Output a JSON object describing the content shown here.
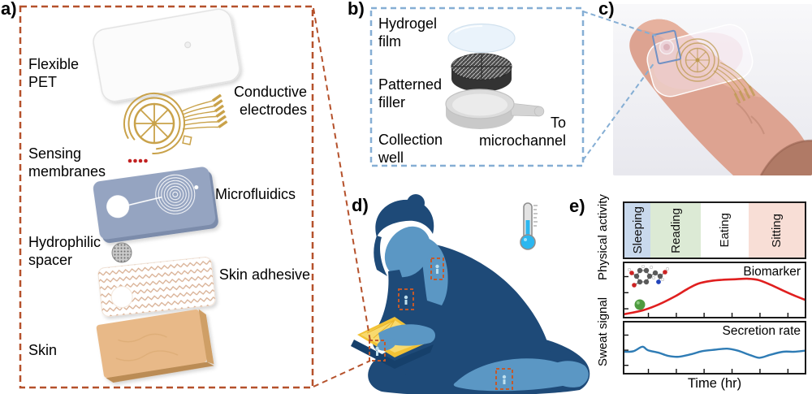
{
  "panel_a": {
    "tag": "a)",
    "labels": {
      "flexible_pet": "Flexible PET",
      "conductive_electrodes": "Conductive electrodes",
      "sensing_membranes": "Sensing membranes",
      "microfluidics": "Microfluidics",
      "hydrophilic_spacer": "Hydrophilic spacer",
      "skin_adhesive": "Skin adhesive",
      "skin": "Skin"
    }
  },
  "panel_b": {
    "tag": "b)",
    "labels": {
      "hydrogel_film": "Hydrogel film",
      "patterned_filler": "Patterned filler",
      "collection_well": "Collection well",
      "to_microchannel": "To microchannel"
    }
  },
  "panel_c": {
    "tag": "c)"
  },
  "panel_d": {
    "tag": "d)",
    "icons": {
      "thermometer": "thermometer-icon",
      "sensor_marker": "sensor-location-marker"
    }
  },
  "panel_e": {
    "tag": "e)"
  },
  "chart_data": {
    "type": "line",
    "xlabel": "Time (hr)",
    "ylabel_top": "Physical activity",
    "ylabel_bottom": "Sweat signal",
    "legend_position": "top-right inside panels",
    "grid": false,
    "activity_bands": [
      {
        "label": "Sleeping",
        "width_frac": 0.146,
        "color": "#c9d9ed"
      },
      {
        "label": "Reading",
        "width_frac": 0.279,
        "color": "#dcead5"
      },
      {
        "label": "Eating",
        "width_frac": 0.265,
        "color": "#ffffff"
      },
      {
        "label": "Sitting",
        "width_frac": 0.31,
        "color": "#f8ded6"
      }
    ],
    "series": [
      {
        "name": "Biomarker",
        "color": "#e01f1f",
        "points": [
          [
            0,
            0.05
          ],
          [
            0.1,
            0.12
          ],
          [
            0.19,
            0.23
          ],
          [
            0.28,
            0.38
          ],
          [
            0.35,
            0.52
          ],
          [
            0.41,
            0.62
          ],
          [
            0.48,
            0.67
          ],
          [
            0.54,
            0.69
          ],
          [
            0.61,
            0.7
          ],
          [
            0.68,
            0.71
          ],
          [
            0.74,
            0.69
          ],
          [
            0.81,
            0.6
          ],
          [
            0.88,
            0.49
          ],
          [
            0.94,
            0.4
          ],
          [
            1,
            0.32
          ]
        ]
      },
      {
        "name": "Secretion rate",
        "color": "#2f7cb5",
        "points": [
          [
            0,
            0.42
          ],
          [
            0.05,
            0.43
          ],
          [
            0.1,
            0.52
          ],
          [
            0.13,
            0.45
          ],
          [
            0.19,
            0.4
          ],
          [
            0.24,
            0.34
          ],
          [
            0.3,
            0.32
          ],
          [
            0.37,
            0.37
          ],
          [
            0.43,
            0.43
          ],
          [
            0.5,
            0.46
          ],
          [
            0.57,
            0.48
          ],
          [
            0.63,
            0.44
          ],
          [
            0.7,
            0.35
          ],
          [
            0.75,
            0.3
          ],
          [
            0.81,
            0.36
          ],
          [
            0.88,
            0.42
          ],
          [
            0.94,
            0.42
          ],
          [
            1,
            0.44
          ]
        ]
      }
    ],
    "x_ticks_frac": [
      0.133,
      0.288,
      0.442,
      0.597,
      0.752,
      0.907
    ],
    "y_ticks_frac": [
      0.25,
      0.55,
      0.85
    ]
  },
  "colors": {
    "panel_a_border": "#b5512b",
    "panel_b_border": "#85aed4",
    "electrode_gold": "#c9a24a",
    "microfluidics_blue": "#95a4c1",
    "sensing_membrane_red": "#c22222",
    "skin_tan": "#e8b988",
    "person_dark": "#1e4a78",
    "person_light": "#5b97c4",
    "book_yellow": "#f2c235",
    "marker_orange": "#c2592b",
    "biomarker_red": "#e01f1f",
    "secretion_blue": "#2f7cb5",
    "thermometer_blue": "#2cb7f0"
  }
}
